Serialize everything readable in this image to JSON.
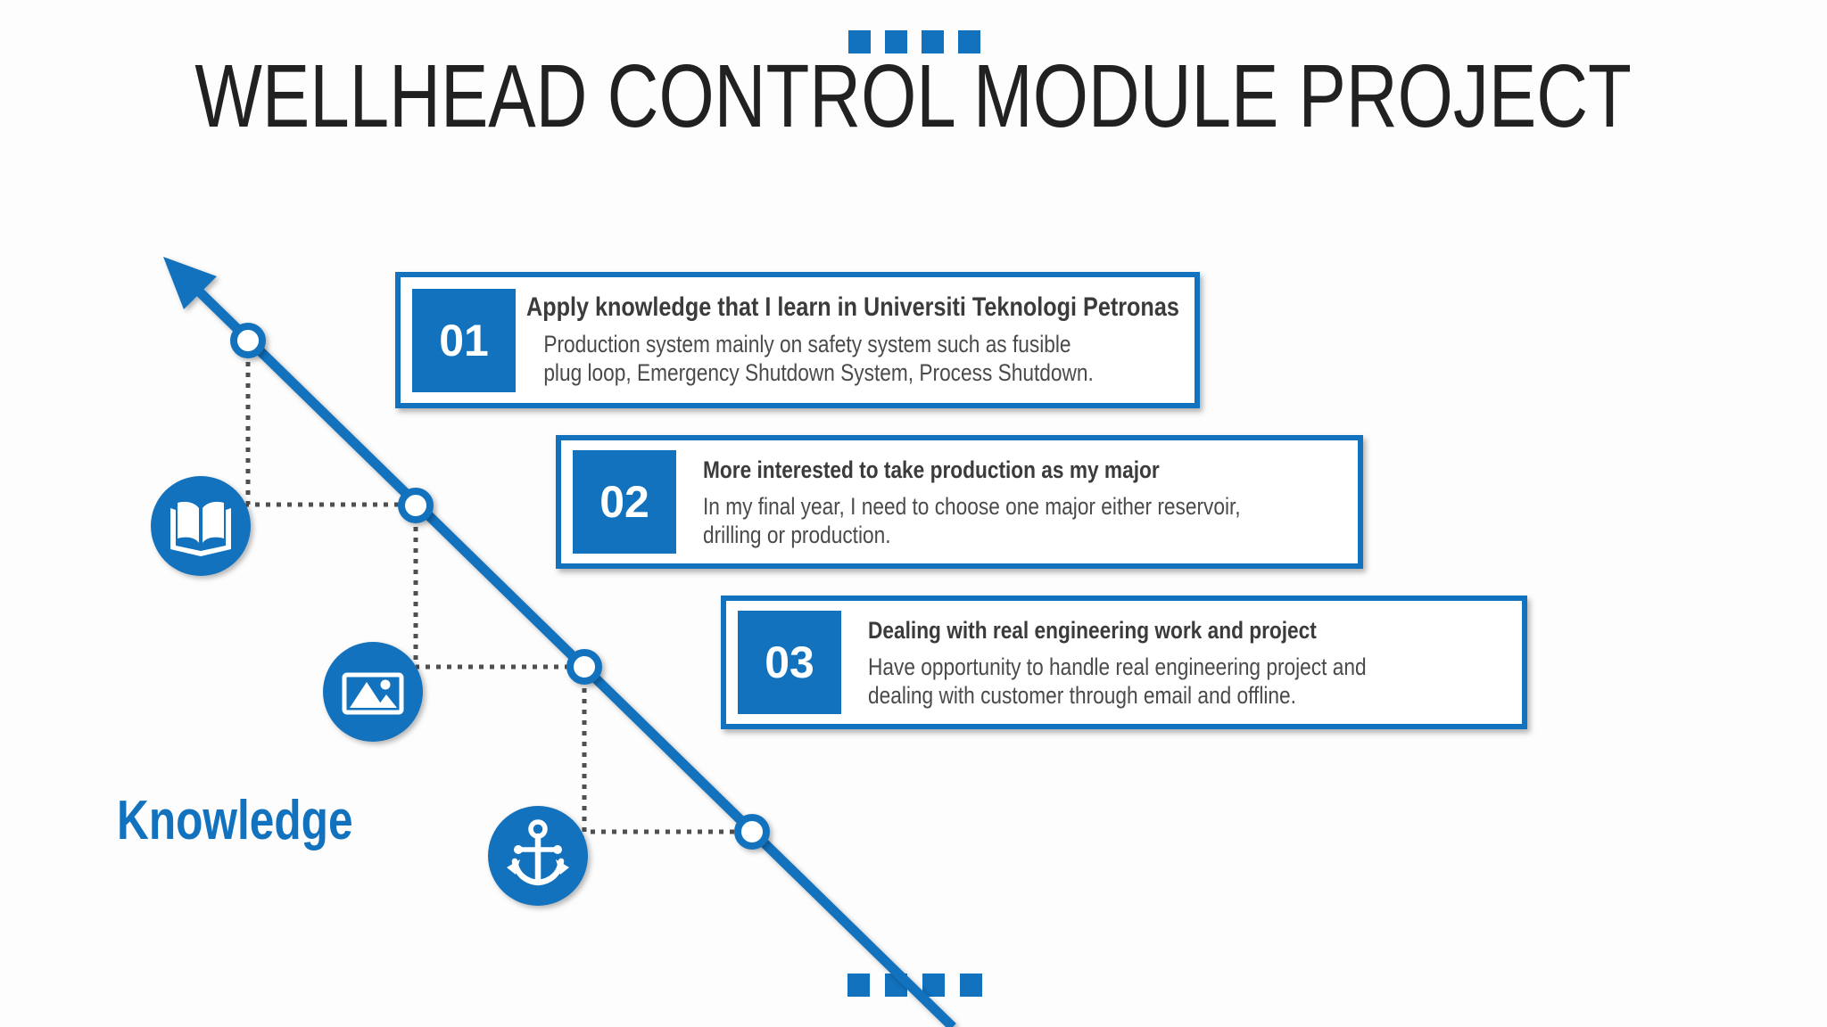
{
  "slide": {
    "title": "WELLHEAD CONTROL MODULE PROJECT",
    "side_label": "Knowledge"
  },
  "colors": {
    "accent_blue": "#1272BE",
    "title_text": "#212121",
    "heading_text": "#3B3B3B",
    "body_text": "#4A4A4A",
    "dotted_connector_gray": "#4F4F4F",
    "icon_glyph": "#FFFFFF"
  },
  "timeline": {
    "direction": "diagonal top-left arrow to bottom-right",
    "node_count": 4,
    "icons": [
      {
        "name": "open-book-icon"
      },
      {
        "name": "image-icon"
      },
      {
        "name": "anchor-icon"
      }
    ]
  },
  "items": [
    {
      "number": "01",
      "heading": "Apply knowledge that I learn in Universiti Teknologi Petronas",
      "body": "Production system mainly on safety system such as fusible\nplug loop, Emergency Shutdown System, Process Shutdown."
    },
    {
      "number": "02",
      "heading": "More interested to take production as my major",
      "body": "In my final year, I need to choose one major either reservoir,\ndrilling or production."
    },
    {
      "number": "03",
      "heading": "Dealing with real engineering work and project",
      "body": "Have opportunity to handle real engineering project and\ndealing with customer through email and offline."
    }
  ]
}
